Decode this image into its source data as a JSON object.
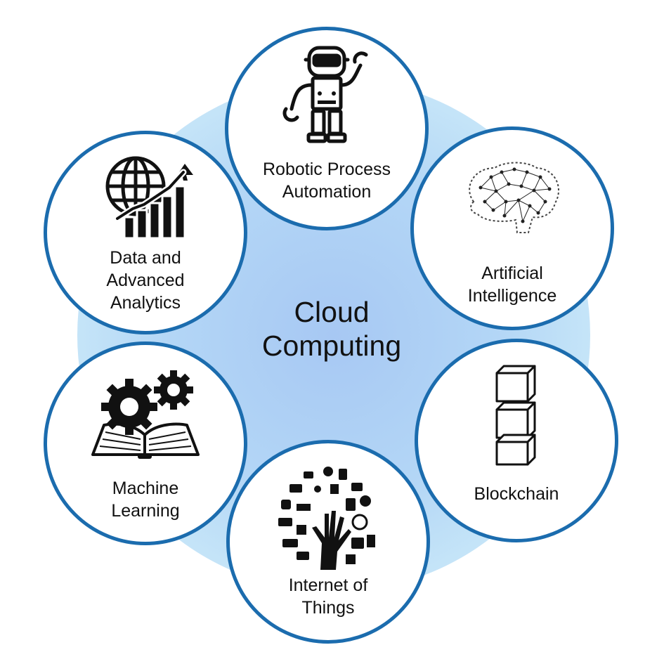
{
  "center": {
    "line1": "Cloud",
    "line2": "Computing"
  },
  "nodes": [
    {
      "id": "rpa",
      "icon": "robot-icon",
      "lines": [
        "Robotic Process",
        "Automation"
      ]
    },
    {
      "id": "ai",
      "icon": "brain-network-icon",
      "lines": [
        "Artificial",
        "Intelligence"
      ]
    },
    {
      "id": "blockchain",
      "icon": "stacked-blocks-icon",
      "lines": [
        "Blockchain"
      ]
    },
    {
      "id": "iot",
      "icon": "device-tree-hand-icon",
      "lines": [
        "Internet of",
        "Things"
      ]
    },
    {
      "id": "ml",
      "icon": "gears-book-icon",
      "lines": [
        "Machine",
        "Learning"
      ]
    },
    {
      "id": "analytics",
      "icon": "globe-growth-chart-icon",
      "lines": [
        "Data and",
        "Advanced",
        "Analytics"
      ]
    }
  ],
  "colors": {
    "node_border": "#1b6cae",
    "hub_center": "#a7c8f3",
    "hub_edge": "#d2edf9",
    "icon": "#111111"
  }
}
